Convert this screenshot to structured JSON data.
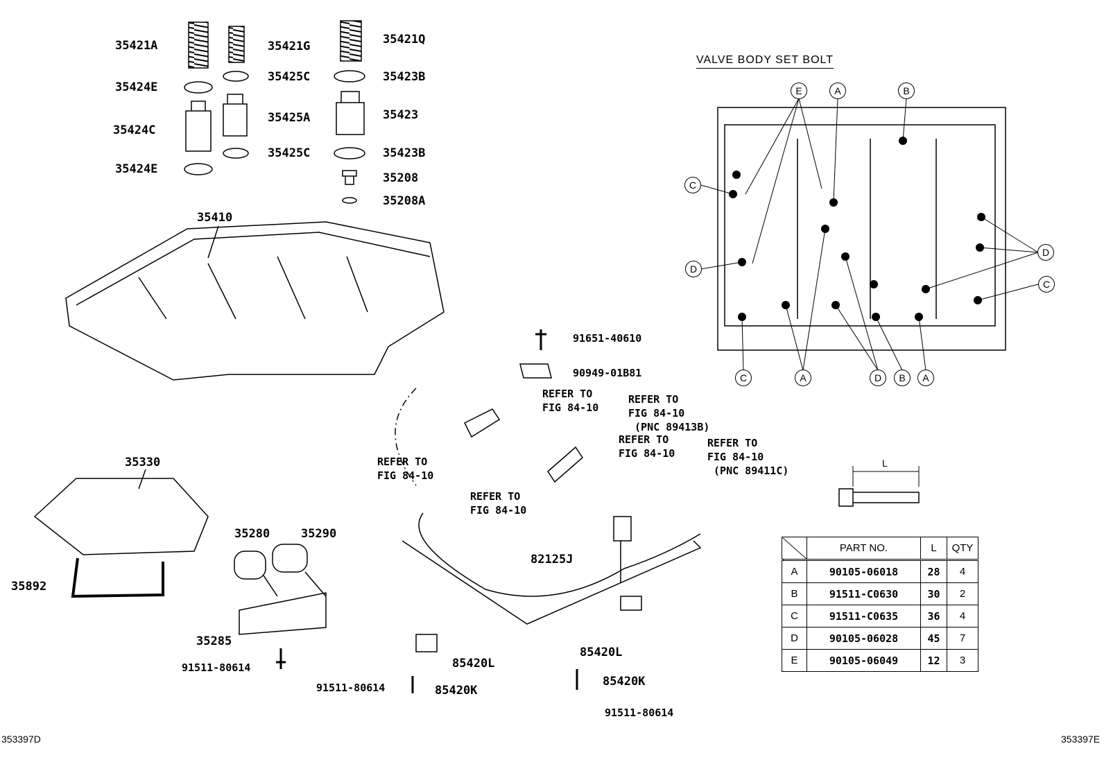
{
  "figure_codes": {
    "left": "353397D",
    "right": "353397E"
  },
  "valve_body_title": "VALVE  BODY SET BOLT",
  "part_labels": [
    "35421A",
    "35421G",
    "35421Q",
    "35424E",
    "35425C",
    "35423B",
    "35424C",
    "35425A",
    "35423",
    "35425C",
    "35423B",
    "35424E",
    "35208",
    "35208A",
    "35410",
    "91651-40610",
    "90949-01B81",
    "35330",
    "35280",
    "35290",
    "35892",
    "82125J",
    "35285",
    "91511-80614",
    "85420L",
    "85420L",
    "91511-80614",
    "85420K",
    "85420K",
    "91511-80614"
  ],
  "refer_labels": [
    "REFER TO\nFIG 84-10",
    "REFER TO\nFIG 84-10\n (PNC 89413B)",
    "REFER TO\nFIG 84-10",
    "REFER TO\nFIG 84-10\n (PNC 89411C)",
    "REFER TO\nFIG 84-10",
    "REFER TO\nFIG 84-10"
  ],
  "callouts": [
    "E",
    "A",
    "B",
    "C",
    "D",
    "D",
    "C",
    "C",
    "A",
    "D",
    "B",
    "A"
  ],
  "bolt_dimension_label": "L",
  "bolt_table": {
    "headers": [
      "",
      "PART NO.",
      "L",
      "QTY"
    ],
    "rows": [
      {
        "key": "A",
        "part_no": "90105-06018",
        "l": "28",
        "qty": "4"
      },
      {
        "key": "B",
        "part_no": "91511-C0630",
        "l": "30",
        "qty": "2"
      },
      {
        "key": "C",
        "part_no": "91511-C0635",
        "l": "36",
        "qty": "4"
      },
      {
        "key": "D",
        "part_no": "90105-06028",
        "l": "45",
        "qty": "7"
      },
      {
        "key": "E",
        "part_no": "90105-06049",
        "l": "12",
        "qty": "3"
      }
    ]
  }
}
